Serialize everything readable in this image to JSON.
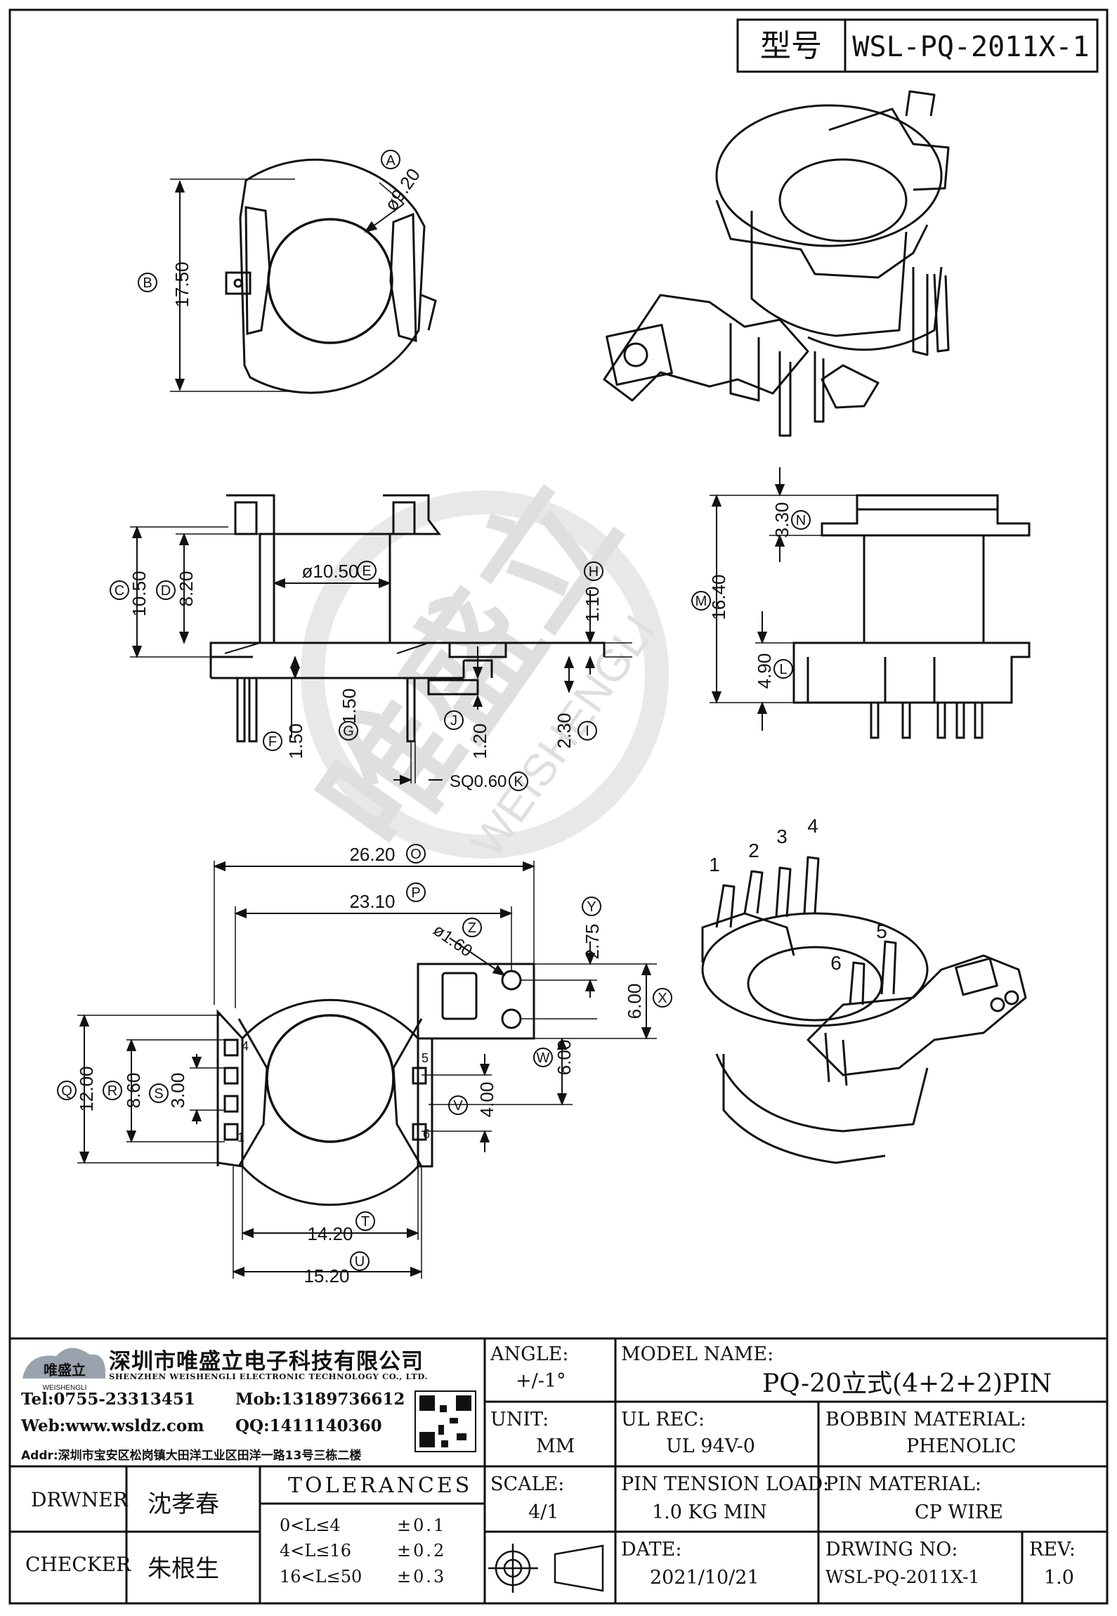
{
  "model_box": {
    "label": "型号",
    "value": "WSL-PQ-2011X-1"
  },
  "top_view": {
    "dims": [
      {
        "value": "9.20",
        "circle": "A",
        "prefix": "ø"
      },
      {
        "value": "17.50",
        "circle": "B"
      }
    ]
  },
  "front_view": {
    "dims": [
      {
        "value": "10.50",
        "circle": "C"
      },
      {
        "value": "8.20",
        "circle": "D"
      },
      {
        "value": "10.50",
        "circle": "E",
        "prefix": "ø"
      },
      {
        "value": "1.50",
        "circle": "F"
      },
      {
        "value": "1.50",
        "circle": "G"
      },
      {
        "value": "1.10",
        "circle": "H"
      },
      {
        "value": "2.30",
        "circle": "I"
      },
      {
        "value": "1.20",
        "circle": "J"
      },
      {
        "value": "SQ0.60",
        "circle": "K"
      }
    ]
  },
  "side_view": {
    "dims": [
      {
        "value": "3.30",
        "circle": "N"
      },
      {
        "value": "16.40",
        "circle": "M"
      },
      {
        "value": "4.90",
        "circle": "L"
      }
    ]
  },
  "bottom_view": {
    "dims": [
      {
        "value": "26.20",
        "circle": "O"
      },
      {
        "value": "23.10",
        "circle": "P"
      },
      {
        "value": "1.60",
        "circle": "Z",
        "prefix": "ø"
      },
      {
        "value": "2.75",
        "circle": "Y"
      },
      {
        "value": "6.00",
        "circle": "X"
      },
      {
        "value": "6.00",
        "circle": "W"
      },
      {
        "value": "4.00",
        "circle": "V"
      },
      {
        "value": "12.00",
        "circle": "Q"
      },
      {
        "value": "8.60",
        "circle": "R"
      },
      {
        "value": "3.00",
        "circle": "S"
      },
      {
        "value": "14.20",
        "circle": "T"
      },
      {
        "value": "15.20",
        "circle": "U"
      }
    ],
    "pin_labels": [
      "4",
      "5",
      "6",
      "1"
    ]
  },
  "iso_pins": [
    "1",
    "2",
    "3",
    "4",
    "5",
    "6"
  ],
  "watermark": {
    "chinese": "唯盛立",
    "latin": "WEISHENGLI"
  },
  "title_block": {
    "company_cn": "深圳市唯盛立电子科技有限公司",
    "company_en": "SHENZHEN WEISHENGLI ELECTRONIC TECHNOLOGY CO., LTD.",
    "logo_text": "唯盛立",
    "logo_sub": "WEISHENGLI",
    "tel": "Tel:0755-23313451",
    "mob": "Mob:13189736612",
    "web": "Web:www.wsldz.com",
    "qq": "QQ:1411140360",
    "addr": "Addr:深圳市宝安区松岗镇大田洋工业区田洋一路13号三栋二楼",
    "angle_label": "ANGLE:",
    "angle_value": "+/-1°",
    "model_name_label": "MODEL NAME:",
    "model_name_value": "PQ-20立式(4+2+2)PIN",
    "unit_label": "UNIT:",
    "unit_value": "MM",
    "ul_rec_label": "UL REC:",
    "ul_rec_value": "UL 94V-0",
    "bobbin_material_label": "BOBBIN MATERIAL:",
    "bobbin_material_value": "PHENOLIC",
    "drawer_label": "DRWNER",
    "drawer_value": "沈孝春",
    "checker_label": "CHECKER",
    "checker_value": "朱根生",
    "tolerances_label": "TOLERANCES",
    "tolerances": [
      {
        "range": "0<L≤4",
        "tol": "±0.1"
      },
      {
        "range": "4<L≤16",
        "tol": "±0.2"
      },
      {
        "range": "16<L≤50",
        "tol": "±0.3"
      }
    ],
    "scale_label": "SCALE:",
    "scale_value": "4/1",
    "pin_tension_label": "PIN TENSION LOAD:",
    "pin_tension_value": "1.0 KG MIN",
    "pin_material_label": "PIN MATERIAL:",
    "pin_material_value": "CP WIRE",
    "date_label": "DATE:",
    "date_value": "2021/10/21",
    "drawing_no_label": "DRWING NO:",
    "drawing_no_value": "WSL-PQ-2011X-1",
    "rev_label": "REV:",
    "rev_value": "1.0"
  }
}
